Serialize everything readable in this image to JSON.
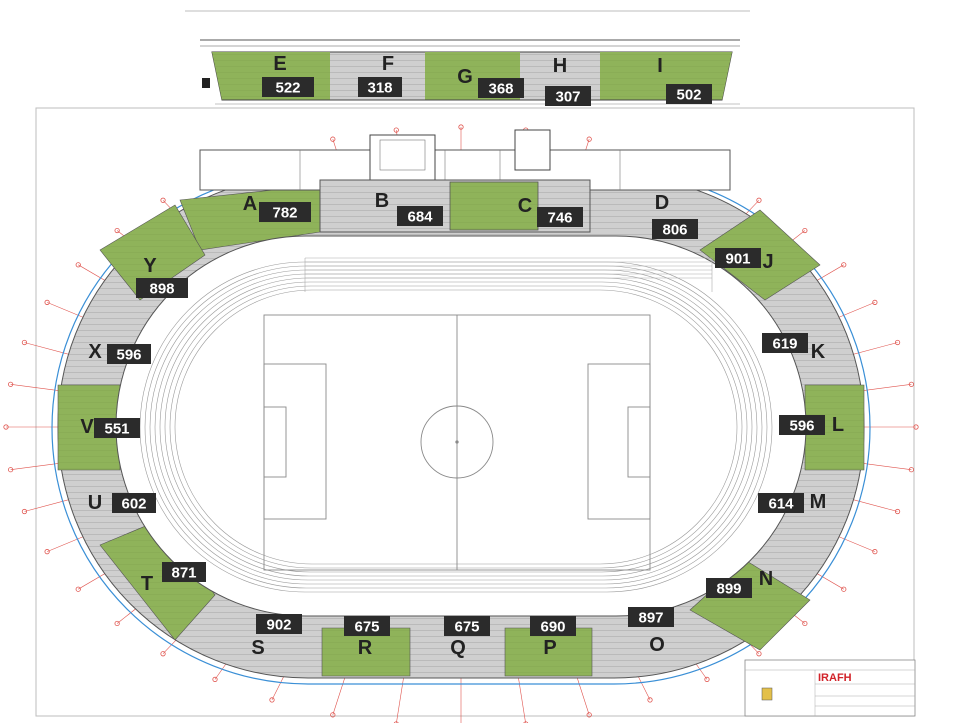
{
  "sectors": [
    {
      "letter": "E",
      "capacity": "522",
      "type": "green"
    },
    {
      "letter": "F",
      "capacity": "318",
      "type": "grey"
    },
    {
      "letter": "G",
      "capacity": "368",
      "type": "green"
    },
    {
      "letter": "H",
      "capacity": "307",
      "type": "grey"
    },
    {
      "letter": "I",
      "capacity": "502",
      "type": "green"
    },
    {
      "letter": "A",
      "capacity": "782",
      "type": "green"
    },
    {
      "letter": "B",
      "capacity": "684",
      "type": "grey"
    },
    {
      "letter": "C",
      "capacity": "746",
      "type": "green"
    },
    {
      "letter": "D",
      "capacity": "806",
      "type": "grey"
    },
    {
      "letter": "J",
      "capacity": "901",
      "type": "green"
    },
    {
      "letter": "K",
      "capacity": "619",
      "type": "grey"
    },
    {
      "letter": "L",
      "capacity": "596",
      "type": "green"
    },
    {
      "letter": "M",
      "capacity": "614",
      "type": "grey"
    },
    {
      "letter": "N",
      "capacity": "899",
      "type": "green"
    },
    {
      "letter": "O",
      "capacity": "897",
      "type": "grey"
    },
    {
      "letter": "P",
      "capacity": "690",
      "type": "green"
    },
    {
      "letter": "Q",
      "capacity": "675",
      "type": "grey"
    },
    {
      "letter": "R",
      "capacity": "675",
      "type": "green"
    },
    {
      "letter": "S",
      "capacity": "902",
      "type": "grey"
    },
    {
      "letter": "T",
      "capacity": "871",
      "type": "green"
    },
    {
      "letter": "U",
      "capacity": "602",
      "type": "grey"
    },
    {
      "letter": "V",
      "capacity": "551",
      "type": "green"
    },
    {
      "letter": "X",
      "capacity": "596",
      "type": "grey"
    },
    {
      "letter": "Y",
      "capacity": "898",
      "type": "green"
    }
  ],
  "title_block": {
    "logo": "IRAFH"
  },
  "colors": {
    "green_stand": "#8fb35a",
    "grey_stand": "#c9c9c9",
    "label_box": "#2b2b2b",
    "grid_red": "#e0554f",
    "outline_blue": "#3a8fd6",
    "field_line": "#8a8a8a"
  }
}
